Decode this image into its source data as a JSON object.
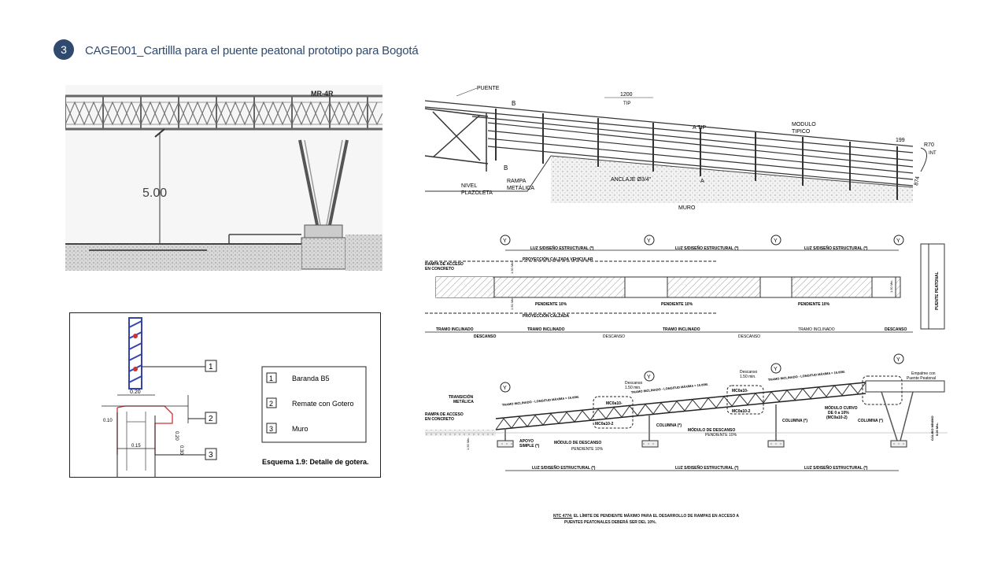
{
  "header": {
    "number": "3",
    "title": "CAGE001_Cartillla para el puente peatonal prototipo para Bogotá"
  },
  "elevation": {
    "module_label": "MR-4R",
    "dimension": "5.00"
  },
  "drip_detail": {
    "callout_1": "1",
    "callout_2": "2",
    "callout_3": "3",
    "dim_top": "0.20",
    "dim_left": "0.10",
    "dim_right": "0.20",
    "dim_bottom": "0.15",
    "dim_vert": "0.30",
    "legend": [
      {
        "num": "1",
        "label": "Baranda B5"
      },
      {
        "num": "2",
        "label": "Remate con Gotero"
      },
      {
        "num": "3",
        "label": "Muro"
      }
    ],
    "caption": "Esquema 1.9: Detalle de gotera."
  },
  "ramp_3d": {
    "puente": "PUENTE",
    "section_b_top": "B",
    "section_b_bottom": "B",
    "spacing": "1200",
    "spacing_sub": "TIP",
    "section_a_top": "A TIP",
    "section_a_bottom": "A",
    "modulo": "MODULO",
    "modulo_sub": "TIPICO",
    "dim_199": "199",
    "r70": "R70",
    "r70_sub": "INT",
    "dim_874": "874",
    "nivel": "NIVEL",
    "plazoleta": "PLAZOLETA",
    "rampa": "RAMPA",
    "metalica": "METÁLICA",
    "anclaje": "ANCLAJE  Ø3/4\"",
    "muro": "MURO"
  },
  "plan": {
    "axis": "Y",
    "luz": "LUZ S/DISEÑO ESTRUCTURAL (*)",
    "rampa_acceso": "RAMPA DE ACCESO",
    "en_concreto": "EN CONCRETO",
    "proy_vehicular": "PROYECCIÓN CALZADA VEHICULAR",
    "proy_calzada": "PROYECCIÓN CALZADA",
    "min_top": "1.50 Min.",
    "min_bottom": "1.50 Min.",
    "pendiente": "PENDIENTE 10%",
    "tramo": "TRAMO INCLINADO",
    "descanso": "DESCANSO",
    "puente_peatonal": "PUENTE PEATONAL",
    "min_right": "1.50 Min."
  },
  "profile": {
    "axis": "Y",
    "transicion": "TRANSICIÓN",
    "metalica": "METÁLICA",
    "rampa_acceso": "RAMPA DE ACCESO",
    "en_concreto": "EN CONCRETO",
    "tramo_max": "TRAMO INCLINADO - LONGITUD MÁXIMA = 15.00M.",
    "descanso": "Descanso",
    "descanso_min": "1.50 min.",
    "mc1": "MC0a10-",
    "mc2": "MC0a10-2",
    "empalme": "Empalme con",
    "empalme_sub": "Puente Peatonal",
    "modulo_curvo": "MÓDULO CURVO",
    "modulo_curvo_2": "DE 0 a 10%",
    "modulo_curvo_3": "(MC0a10-2)",
    "columna": "COLUMNA (*)",
    "modulo_descanso": "MÓDULO DE DESCANSO",
    "pendiente": "PENDIENTE 10%",
    "apoyo": "APOYO",
    "apoyo_sub": "SIMPLE (*)",
    "galibo": "GÁLIBO MÍNIMO",
    "galibo_val": "5.00 Mts.",
    "min_left": "1.50 Min.",
    "luz": "LUZ S/DISEÑO ESTRUCTURAL (*)"
  },
  "note": {
    "ref": "NTC 4774:",
    "line1": " EL LÍMITE DE PENDIENTE MÁXIMO PARA EL DESARROLLO DE RAMPAS EN ACCESO A",
    "line2": "PUENTES PEATONALES DEBERÁ SER DEL 10%."
  }
}
